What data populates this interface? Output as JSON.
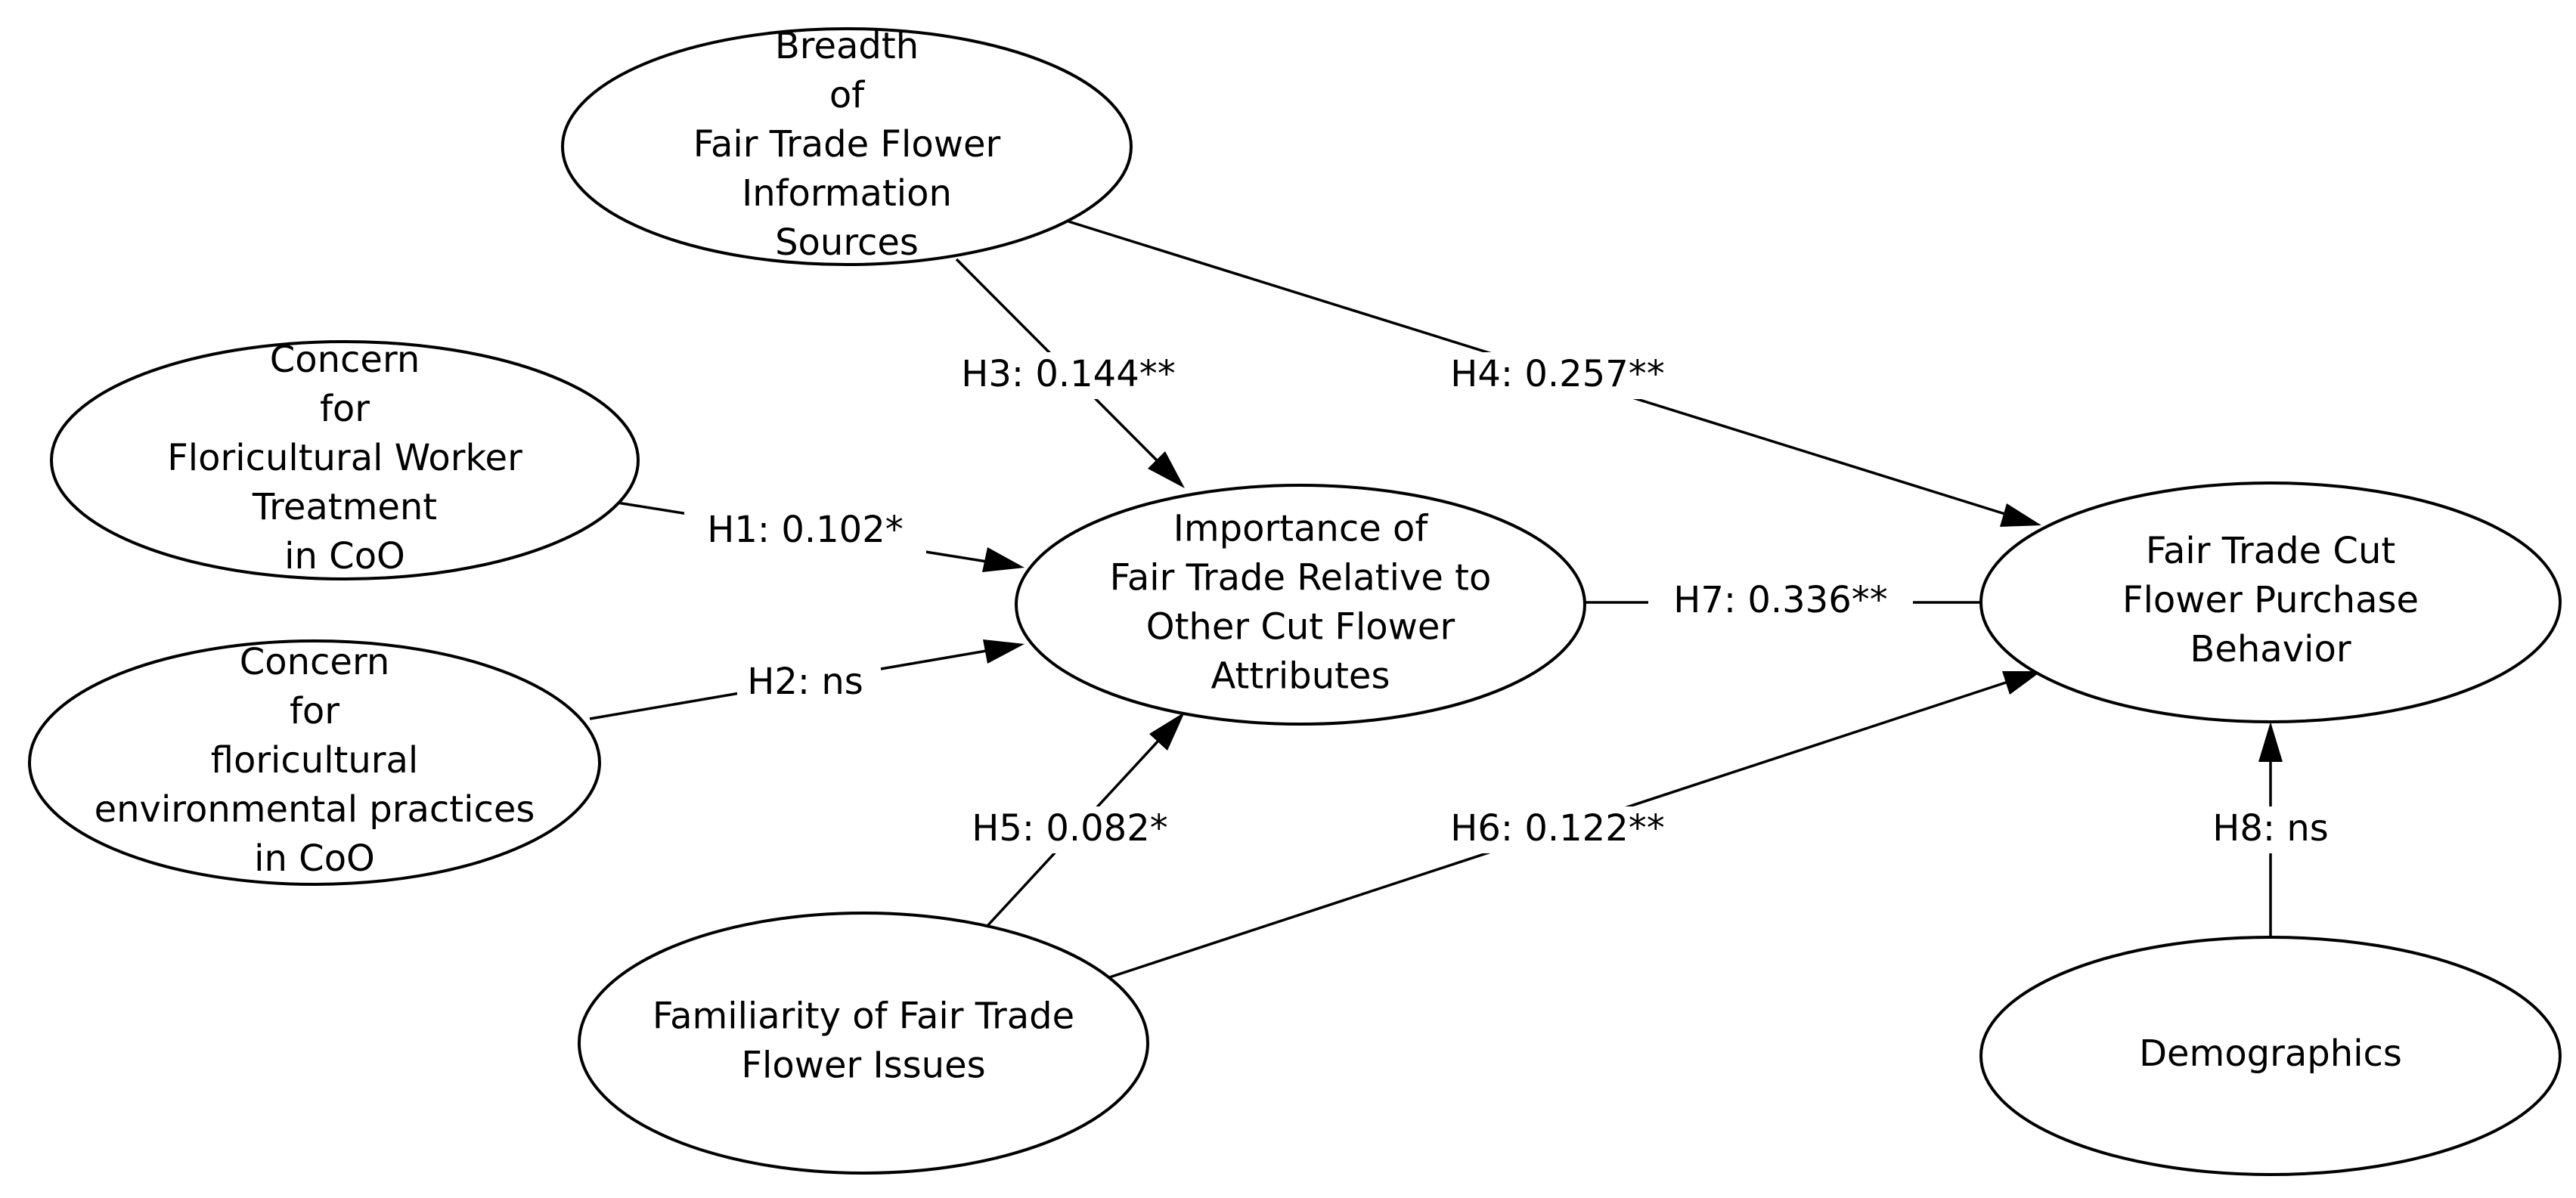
{
  "nodes": {
    "breadth": [
      "Breadth",
      "of",
      "Fair Trade Flower",
      "Information",
      "Sources"
    ],
    "worker": [
      "Concern",
      "for",
      "Floricultural Worker",
      "Treatment",
      "in CoO"
    ],
    "environmental": [
      "Concern",
      "for",
      "floricultural",
      "environmental practices",
      "in CoO"
    ],
    "familiarity": [
      "Familiarity of Fair Trade",
      "Flower Issues"
    ],
    "importance": [
      "Importance of",
      "Fair Trade Relative to",
      "Other Cut Flower",
      "Attributes"
    ],
    "purchase": [
      "Fair Trade Cut",
      "Flower Purchase",
      "Behavior"
    ],
    "demographics": [
      "Demographics"
    ]
  },
  "edges": {
    "h1": "H1: 0.102*",
    "h2": "H2: ns",
    "h3": "H3: 0.144**",
    "h4": "H4: 0.257**",
    "h5": "H5: 0.082*",
    "h6": "H6: 0.122**",
    "h7": "H7: 0.336**",
    "h8": "H8: ns"
  }
}
